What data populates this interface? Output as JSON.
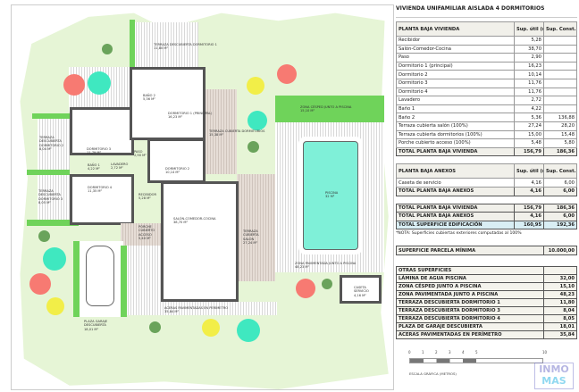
{
  "plan": {
    "rooms": [
      {
        "name": "TERRAZA DESCUBIERTA DORMITORIO 1",
        "area": "11,80 m²"
      },
      {
        "name": "BAÑO 2",
        "area": "5,36 m²"
      },
      {
        "name": "DORMITORIO 1 (PRINCIPAL)",
        "area": "16,23 m²"
      },
      {
        "name": "TERRAZA CUBIERTA DORMITORIOS",
        "area": "15,38 m²"
      },
      {
        "name": "TERRAZA DESCUBIERTA DORMITORIO 2",
        "area": "8,04 m²"
      },
      {
        "name": "DORMITORIO 3",
        "area": "11,79 m²"
      },
      {
        "name": "PASO",
        "area": "2,90 m²"
      },
      {
        "name": "DORMITORIO 2",
        "area": "10,14 m²"
      },
      {
        "name": "BAÑO 1",
        "area": "4,22 m²"
      },
      {
        "name": "LAVADERO",
        "area": "2,72 m²"
      },
      {
        "name": "DORMITORIO 4",
        "area": "11,35 m²"
      },
      {
        "name": "TERRAZA DESCUBIERTA DORMITORIO 3",
        "area": "8,05 m²"
      },
      {
        "name": "RECIBIDOR",
        "area": "5,28 m²"
      },
      {
        "name": "SALÓN-COMEDOR-COCINA",
        "area": "38,70 m²"
      },
      {
        "name": "PORCHE CUBIERTO ACCESO",
        "area": "5,40 m²"
      },
      {
        "name": "TERRAZA CUBIERTA SALÓN",
        "area": "27,24 m²"
      },
      {
        "name": "ZONA CÉSPED JUNTO A PISCINA",
        "area": "15,10 m²"
      },
      {
        "name": "PISCINA",
        "area": "32 m²"
      },
      {
        "name": "ZONA PAVIMENTADA JUNTO A PISCINA",
        "area": "48,23 m²"
      },
      {
        "name": "CASETA SERVICIO",
        "area": "4,16 m²"
      },
      {
        "name": "ACERAS PAVIMENTADAS EN PERÍMETRO",
        "area": "35,84 m²"
      },
      {
        "name": "PLAZA GARAJE DESCUBIERTA",
        "area": "18,01 m²"
      }
    ],
    "colors": {
      "lawn": "#e6f5d6",
      "grass": "#6fd35a",
      "pool": "#7ff0d8",
      "wall": "#555555"
    }
  },
  "table": {
    "title": "VIVIENDA UNIFAMILIAR AISLADA 4 DORMITORIOS",
    "col_util": "Sup. útil (m²)",
    "col_const": "Sup. Const. (m²)",
    "vivienda": {
      "header": "PLANTA BAJA VIVIENDA",
      "rows": [
        [
          "Recibidor",
          "5,28",
          ""
        ],
        [
          "Salón-Comedor-Cocina",
          "38,70",
          ""
        ],
        [
          "Paso",
          "2,90",
          ""
        ],
        [
          "Dormitorio 1 (principal)",
          "16,23",
          ""
        ],
        [
          "Dormitorio 2",
          "10,14",
          ""
        ],
        [
          "Dormitorio 3",
          "11,76",
          ""
        ],
        [
          "Dormitorio 4",
          "11,76",
          ""
        ],
        [
          "Lavadero",
          "2,72",
          ""
        ],
        [
          "Baño 1",
          "4,22",
          ""
        ],
        [
          "Baño 2",
          "5,36",
          "136,88"
        ],
        [
          "Terraza cubierta salón (100%)",
          "27,24",
          "28,20"
        ],
        [
          "Terraza cubierta dormitorios (100%)",
          "15,00",
          "15,48"
        ],
        [
          "Porche cubierto acceso (100%)",
          "5,48",
          "5,80"
        ]
      ],
      "total": [
        "TOTAL PLANTA BAJA VIVIENDA",
        "156,79",
        "186,36"
      ]
    },
    "anexos": {
      "header": "PLANTA BAJA ANEXOS",
      "rows": [
        [
          "Caseta de servicio",
          "4,16",
          "6,00"
        ]
      ],
      "total": [
        "TOTAL PLANTA BAJA ANEXOS",
        "4,16",
        "6,00"
      ]
    },
    "totals": [
      [
        "TOTAL PLANTA BAJA VIVIENDA",
        "156,79",
        "186,36"
      ],
      [
        "TOTAL PLANTA BAJA ANEXOS",
        "4,16",
        "6,00"
      ]
    ],
    "edificacion": [
      "TOTAL SUPERFICIE EDIFICACIÓN",
      "160,95",
      "192,36"
    ],
    "note": "*NOTA: Superficies cubiertas exteriores computadas al 100%",
    "parcela": [
      "SUPERFICIE PARCELA MÍNIMA",
      "10.000,00"
    ],
    "otras": {
      "header": "OTRAS SUPERFICIES",
      "rows": [
        [
          "LÁMINA DE AGUA PISCINA",
          "32,00"
        ],
        [
          "ZONA CÉSPED JUNTO A PISCINA",
          "15,10"
        ],
        [
          "ZONA PAVIMENTADA JUNTO A PISCINA",
          "48,23"
        ],
        [
          "TERRAZA DESCUBIERTA DORMITORIO 1",
          "11,80"
        ],
        [
          "TERRAZA DESCUBIERTA DORMITORIO 3",
          "8,04"
        ],
        [
          "TERRAZA DESCUBIERTA DORMITORIO 4",
          "8,05"
        ],
        [
          "PLAZA DE GARAJE DESCUBIERTA",
          "18,01"
        ],
        [
          "ACERAS PAVIMENTADAS EN PERÍMETRO",
          "35,84"
        ]
      ]
    }
  },
  "scale": {
    "ticks": [
      "0",
      "1",
      "2",
      "3",
      "4",
      "5",
      "10"
    ],
    "label": "ESCALA GRÁFICA (METROS)"
  },
  "watermark": "INMO MAS"
}
